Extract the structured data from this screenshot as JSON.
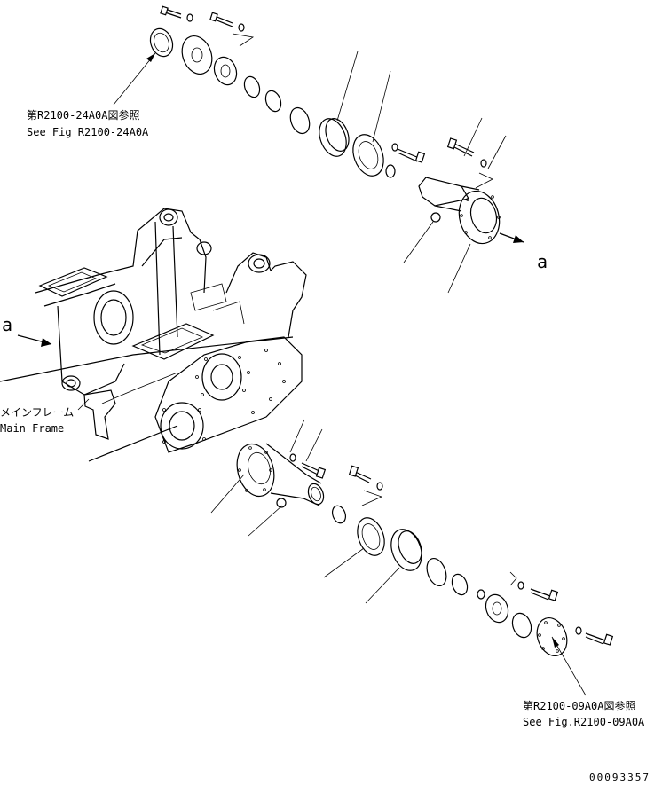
{
  "callouts": {
    "top_ref_ja": "第R2100-24A0A図参照",
    "top_ref_en": "See Fig R2100-24A0A",
    "bottom_ref_ja": "第R2100-09A0A図参照",
    "bottom_ref_en": "See Fig.R2100-09A0A",
    "main_frame_ja": "メインフレーム",
    "main_frame_en": "Main Frame",
    "view_marker_left": "a",
    "view_marker_right": "a"
  },
  "drawing_code": "00093357"
}
